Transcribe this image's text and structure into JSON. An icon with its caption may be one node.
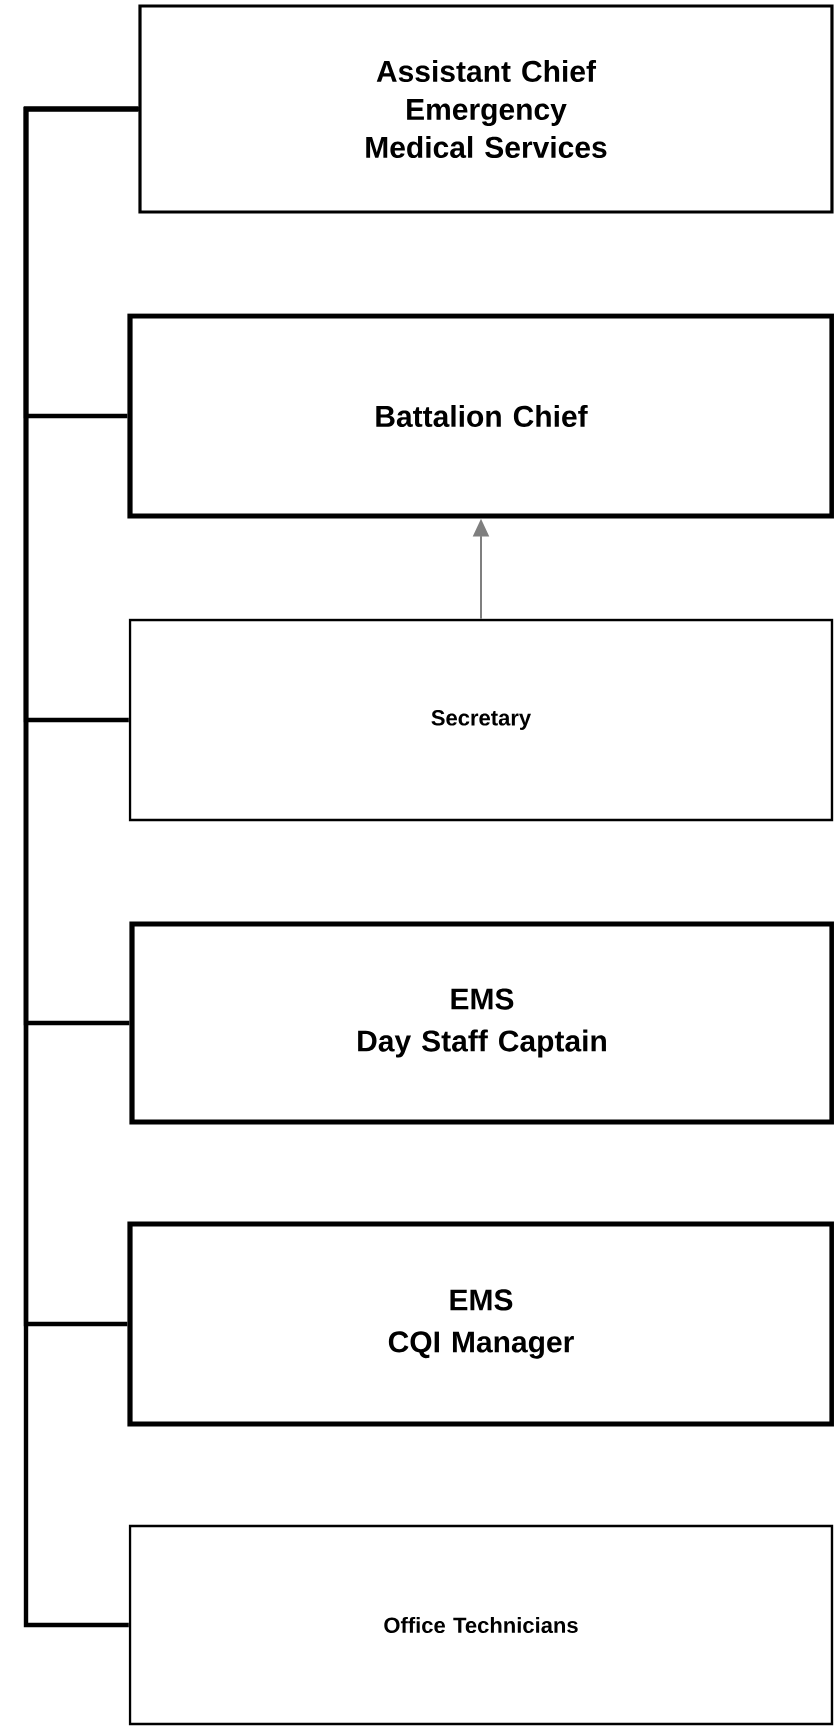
{
  "diagram": {
    "nodes": [
      {
        "text": [
          "Assistant Chief Emergency Medical Services"
        ]
      },
      {
        "text": [
          "Battalion Chief"
        ]
      },
      {
        "text": [
          "Secretary"
        ]
      },
      {
        "text": [
          "EMS",
          "Day Staff Captain"
        ]
      },
      {
        "text": [
          "EMS",
          "CQI Manager"
        ]
      },
      {
        "text": [
          "Office Technicians"
        ]
      }
    ],
    "edges": [
      {
        "from": 0,
        "to": 1,
        "arrow": "none"
      },
      {
        "from": 0,
        "to": 2,
        "arrow": "none"
      },
      {
        "from": 0,
        "to": 3,
        "arrow": "none"
      },
      {
        "from": 0,
        "to": 4,
        "arrow": "none"
      },
      {
        "from": 0,
        "to": 5,
        "arrow": "none"
      },
      {
        "from": 2,
        "to": 1,
        "arrow": "to",
        "color": "#7f7f7f"
      }
    ]
  }
}
